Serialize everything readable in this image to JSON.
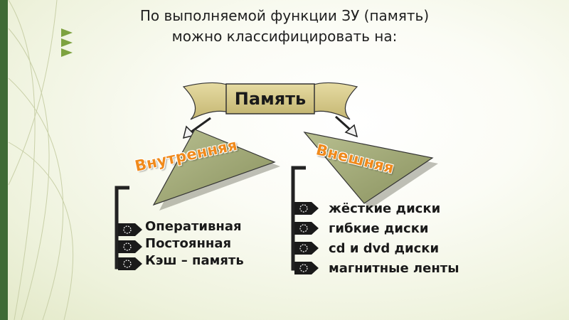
{
  "title": {
    "line1": "По выполняемой функции ЗУ (память)",
    "line2": "можно классифицировать на:"
  },
  "root": {
    "label": "Память"
  },
  "branches": [
    {
      "label": "Внутренняя",
      "items": [
        "Оперативная",
        "Постоянная",
        "Кэш – память"
      ]
    },
    {
      "label": "Внешняя",
      "items": [
        "жёсткие диски",
        "гибкие диски",
        "cd и dvd диски",
        "магнитные ленты"
      ]
    }
  ],
  "colors": {
    "banner_fill": "#d6c98a",
    "triangle_fill": "#9ea679",
    "branch_label": "#f08a1c",
    "decor_bar": "#3f6a35"
  },
  "icons": [
    "bullet-arrow-icon",
    "down-arrow-icon"
  ]
}
